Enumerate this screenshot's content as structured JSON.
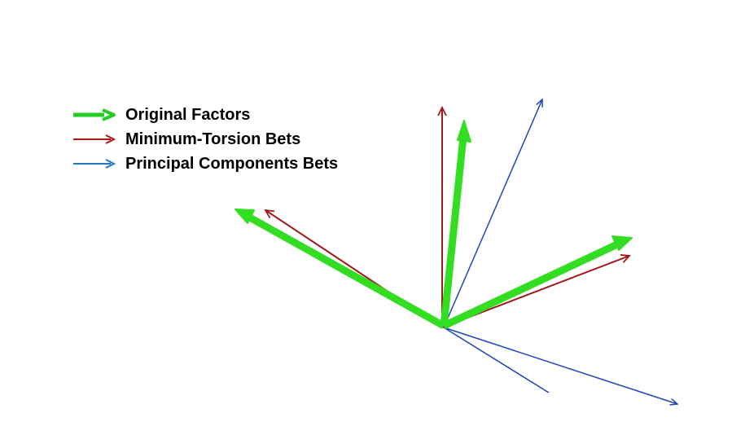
{
  "legend": {
    "original": {
      "label": "Original Factors",
      "color": "#22cc22"
    },
    "minimum_torsion": {
      "label": "Minimum-Torsion Bets",
      "color": "#b01515"
    },
    "principal": {
      "label": "Principal Components Bets",
      "color": "#1f5fbf"
    }
  },
  "colors": {
    "original_vector": "#33dd22",
    "minimum_torsion_vector": "#a01818",
    "principal_vector": "#2244bb"
  }
}
